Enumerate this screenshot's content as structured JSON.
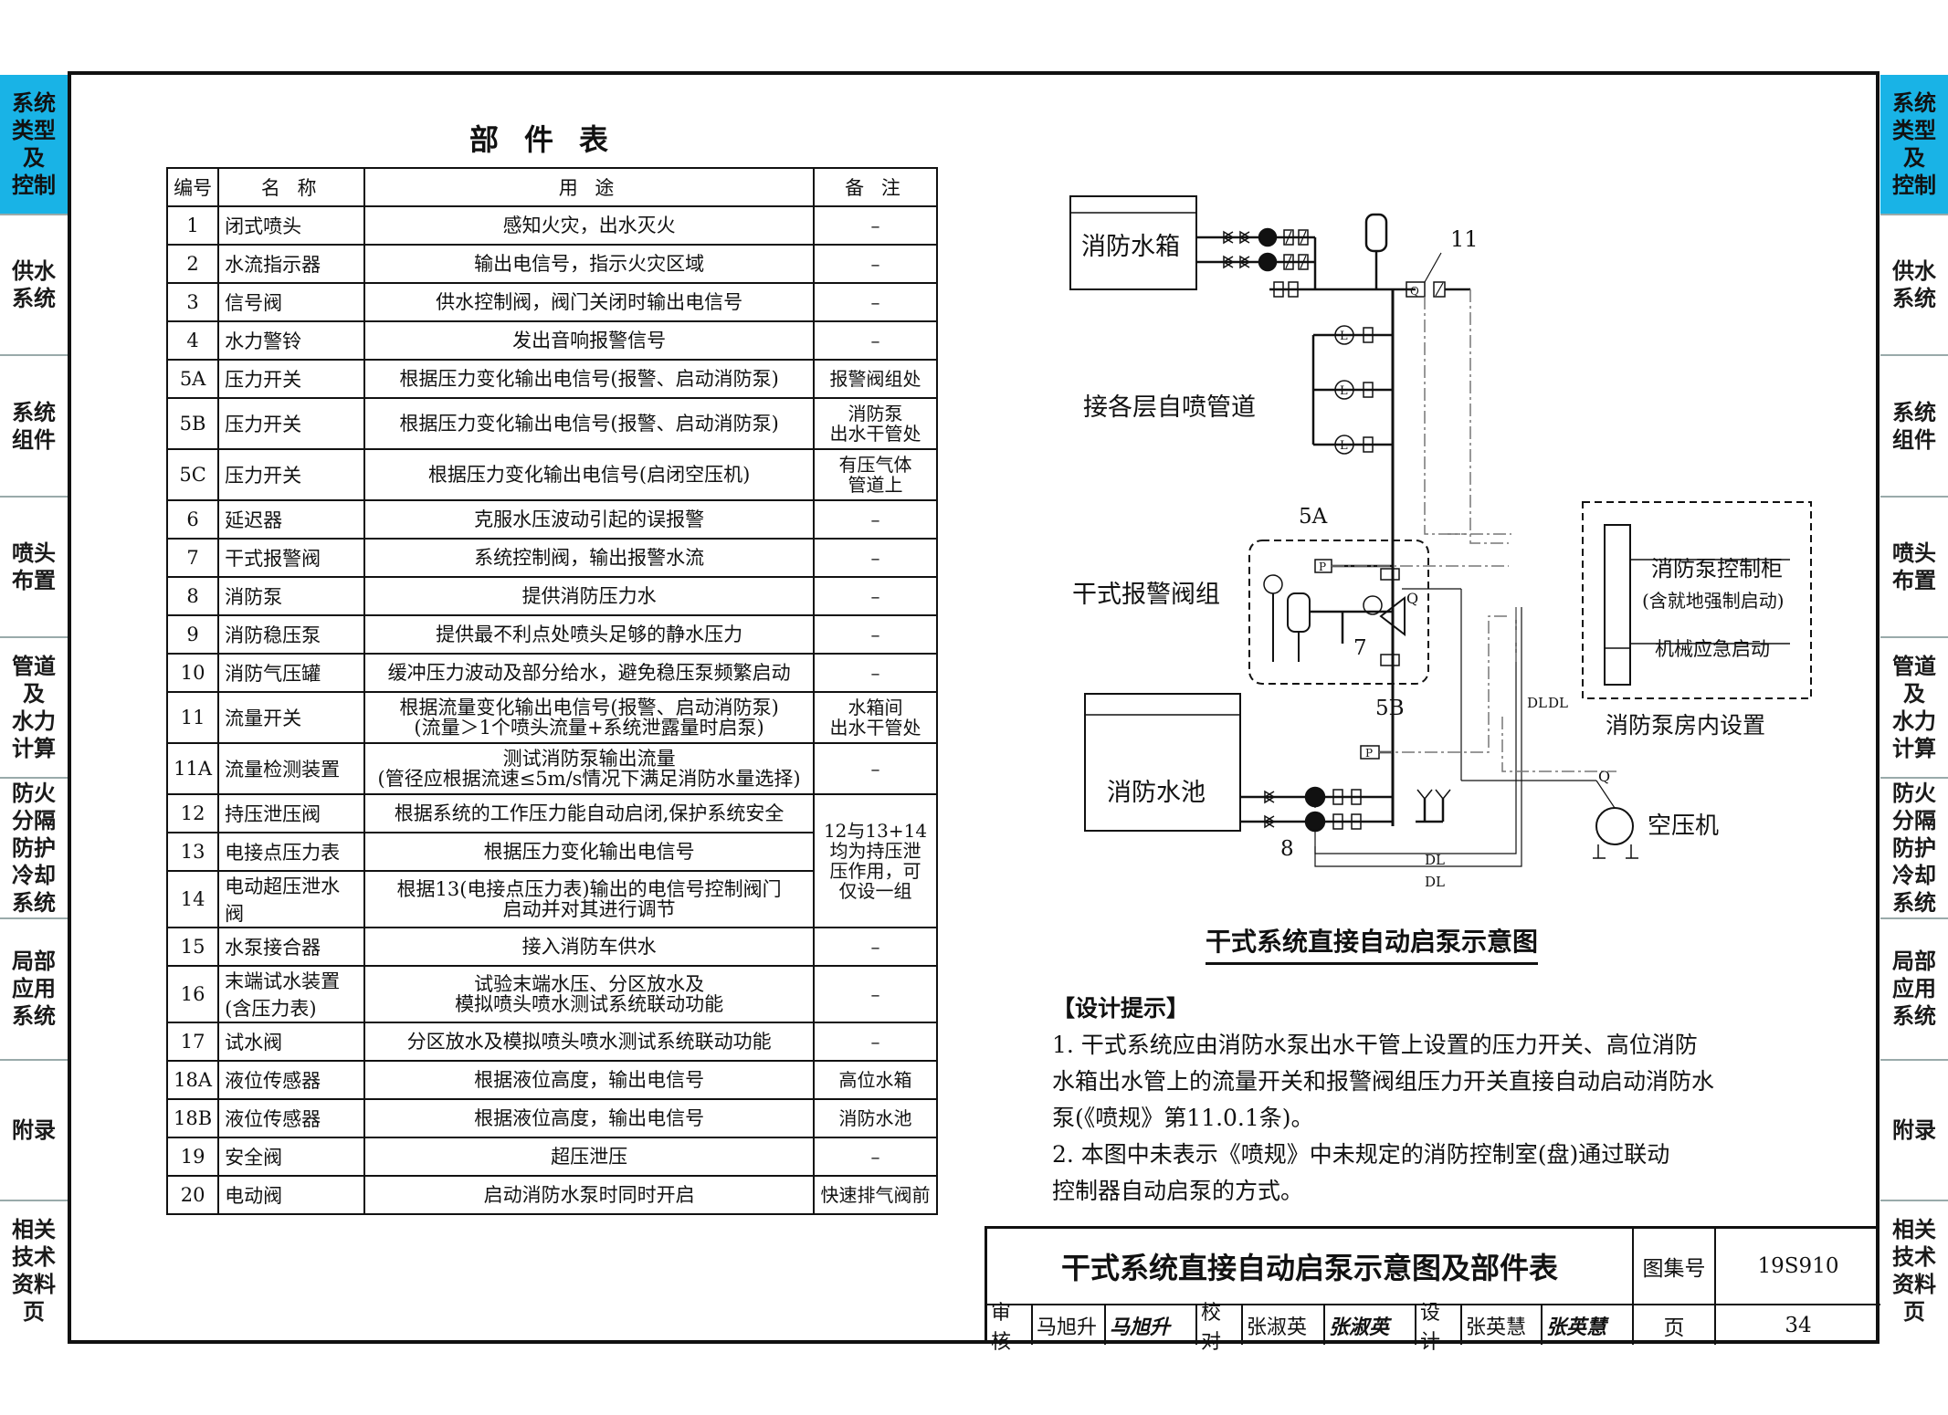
{
  "sidebar": {
    "items": [
      {
        "label": "系统\n类型\n及\n控制"
      },
      {
        "label": "供水\n系统"
      },
      {
        "label": "系统\n组件"
      },
      {
        "label": "喷头\n布置"
      },
      {
        "label": "管道\n及\n水力\n计算"
      },
      {
        "label": "防火\n分隔\n防护\n冷却\n系统"
      },
      {
        "label": "局部\n应用\n系统"
      },
      {
        "label": "附录"
      },
      {
        "label": "相关\n技术\n资料\n页"
      }
    ],
    "active_index": 0,
    "active_color": "#19b3e6"
  },
  "parts_table": {
    "title": "部件表",
    "headers": {
      "no": "编号",
      "name": "名 称",
      "use": "用 途",
      "note": "备 注"
    },
    "rows": [
      {
        "no": "1",
        "name": "闭式喷头",
        "use": "感知火灾，出水灭火",
        "note": "–"
      },
      {
        "no": "2",
        "name": "水流指示器",
        "use": "输出电信号，指示火灾区域",
        "note": "–"
      },
      {
        "no": "3",
        "name": "信号阀",
        "use": "供水控制阀，阀门关闭时输出电信号",
        "note": "–"
      },
      {
        "no": "4",
        "name": "水力警铃",
        "use": "发出音响报警信号",
        "note": "–"
      },
      {
        "no": "5A",
        "name": "压力开关",
        "use": "根据压力变化输出电信号(报警、启动消防泵)",
        "note": "报警阀组处"
      },
      {
        "no": "5B",
        "name": "压力开关",
        "use": "根据压力变化输出电信号(报警、启动消防泵)",
        "note": "消防泵\n出水干管处"
      },
      {
        "no": "5C",
        "name": "压力开关",
        "use": "根据压力变化输出电信号(启闭空压机)",
        "note": "有压气体\n管道上"
      },
      {
        "no": "6",
        "name": "延迟器",
        "use": "克服水压波动引起的误报警",
        "note": "–"
      },
      {
        "no": "7",
        "name": "干式报警阀",
        "use": "系统控制阀，输出报警水流",
        "note": "–"
      },
      {
        "no": "8",
        "name": "消防泵",
        "use": "提供消防压力水",
        "note": "–"
      },
      {
        "no": "9",
        "name": "消防稳压泵",
        "use": "提供最不利点处喷头足够的静水压力",
        "note": "–"
      },
      {
        "no": "10",
        "name": "消防气压罐",
        "use": "缓冲压力波动及部分给水，避免稳压泵频繁启动",
        "note": "–"
      },
      {
        "no": "11",
        "name": "流量开关",
        "use": "根据流量变化输出电信号(报警、启动消防泵)\n(流量＞1个喷头流量+系统泄露量时启泵)",
        "note": "水箱间\n出水干管处"
      },
      {
        "no": "11A",
        "name": "流量检测装置",
        "use": "测试消防泵输出流量\n(管径应根据流速≤5m/s情况下满足消防水量选择)",
        "note": "–"
      },
      {
        "no": "12",
        "name": "持压泄压阀",
        "use": "根据系统的工作压力能自动启闭,保护系统安全",
        "note": ""
      },
      {
        "no": "13",
        "name": "电接点压力表",
        "use": "根据压力变化输出电信号",
        "note": ""
      },
      {
        "no": "14",
        "name": "电动超压泄水阀",
        "use": "根据13(电接点压力表)输出的电信号控制阀门\n启动并对其进行调节",
        "note": ""
      },
      {
        "no": "15",
        "name": "水泵接合器",
        "use": "接入消防车供水",
        "note": "–"
      },
      {
        "no": "16",
        "name": "末端试水装置\n(含压力表)",
        "use": "试验末端水压、分区放水及\n模拟喷头喷水测试系统联动功能",
        "note": "–"
      },
      {
        "no": "17",
        "name": "试水阀",
        "use": "分区放水及模拟喷头喷水测试系统联动功能",
        "note": "–"
      },
      {
        "no": "18A",
        "name": "液位传感器",
        "use": "根据液位高度，输出电信号",
        "note": "高位水箱"
      },
      {
        "no": "18B",
        "name": "液位传感器",
        "use": "根据液位高度，输出电信号",
        "note": "消防水池"
      },
      {
        "no": "19",
        "name": "安全阀",
        "use": "超压泄压",
        "note": "–"
      },
      {
        "no": "20",
        "name": "电动阀",
        "use": "启动消防水泵时同时开启",
        "note": "快速排气阀前"
      }
    ],
    "merged_note_12_14": "12与13+14\n均为持压泄\n压作用，可\n仅设一组"
  },
  "diagram": {
    "caption": "干式系统直接自动启泵示意图",
    "labels": {
      "tank": "消防水箱",
      "floors": "接各层自喷管道",
      "alarm_group": "干式报警阀组",
      "pool": "消防水池",
      "control_cabinet": "消防泵控制柜",
      "control_cabinet_sub": "(含就地强制启动)",
      "mech_start": "机械应急启动",
      "pump_room": "消防泵房内设置",
      "compressor": "空压机",
      "tag_11": "11",
      "tag_5a": "5A",
      "tag_5b": "5B",
      "tag_7": "7",
      "tag_8": "8",
      "dl": "DL",
      "q": "Q",
      "l": "L",
      "p": "P"
    }
  },
  "design_notes": {
    "heading": "【设计提示】",
    "lines": [
      "1. 干式系统应由消防水泵出水干管上设置的压力开关、高位消防",
      "水箱出水管上的流量开关和报警阀组压力开关直接自动启动消防水",
      "泵(《喷规》第11.0.1条)。",
      "2. 本图中未表示《喷规》中未规定的消防控制室(盘)通过联动",
      "控制器自动启泵的方式。"
    ]
  },
  "title_block": {
    "title": "干式系统直接自动启泵示意图及部件表",
    "atlas_label": "图集号",
    "atlas_no": "19S910",
    "page_label": "页",
    "page_no": "34",
    "review_label": "审核",
    "review_name": "马旭升",
    "review_sign": "马旭升",
    "check_label": "校对",
    "check_name": "张淑英",
    "check_sign": "张淑英",
    "design_label": "设计",
    "design_name": "张英慧",
    "design_sign": "张英慧"
  }
}
